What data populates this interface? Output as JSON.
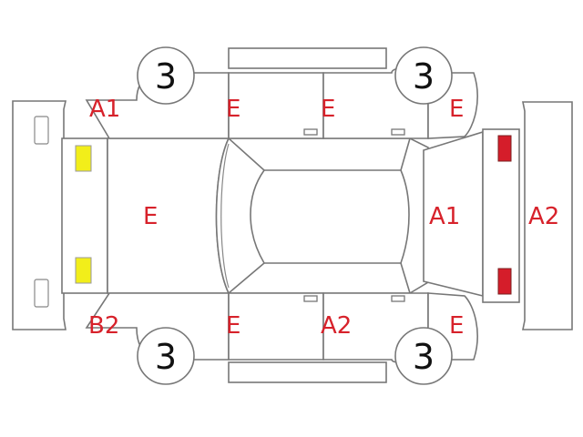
{
  "colors": {
    "outline": "#777777",
    "code_text": "#d7222b",
    "lamp_front": "#f2ee1a",
    "lamp_rear": "#d51d2a",
    "wheel_number": "#111111"
  },
  "wheels": {
    "front_left": "3",
    "rear_left": "3",
    "front_right": "3",
    "rear_right": "3"
  },
  "codes": {
    "left_front_fender": "A1",
    "left_front_door": "E",
    "left_rear_door": "E",
    "left_rear_fender": "E",
    "hood": "E",
    "right_front_fender": "B2",
    "right_front_door": "E",
    "right_rear_door": "A2",
    "right_rear_fender": "E",
    "trunk": "A1",
    "rear_bumper": "A2"
  },
  "lamps": {
    "front_upper": "headlamp-yellow",
    "front_lower": "headlamp-yellow",
    "rear_upper": "taillamp-red",
    "rear_lower": "taillamp-red"
  }
}
